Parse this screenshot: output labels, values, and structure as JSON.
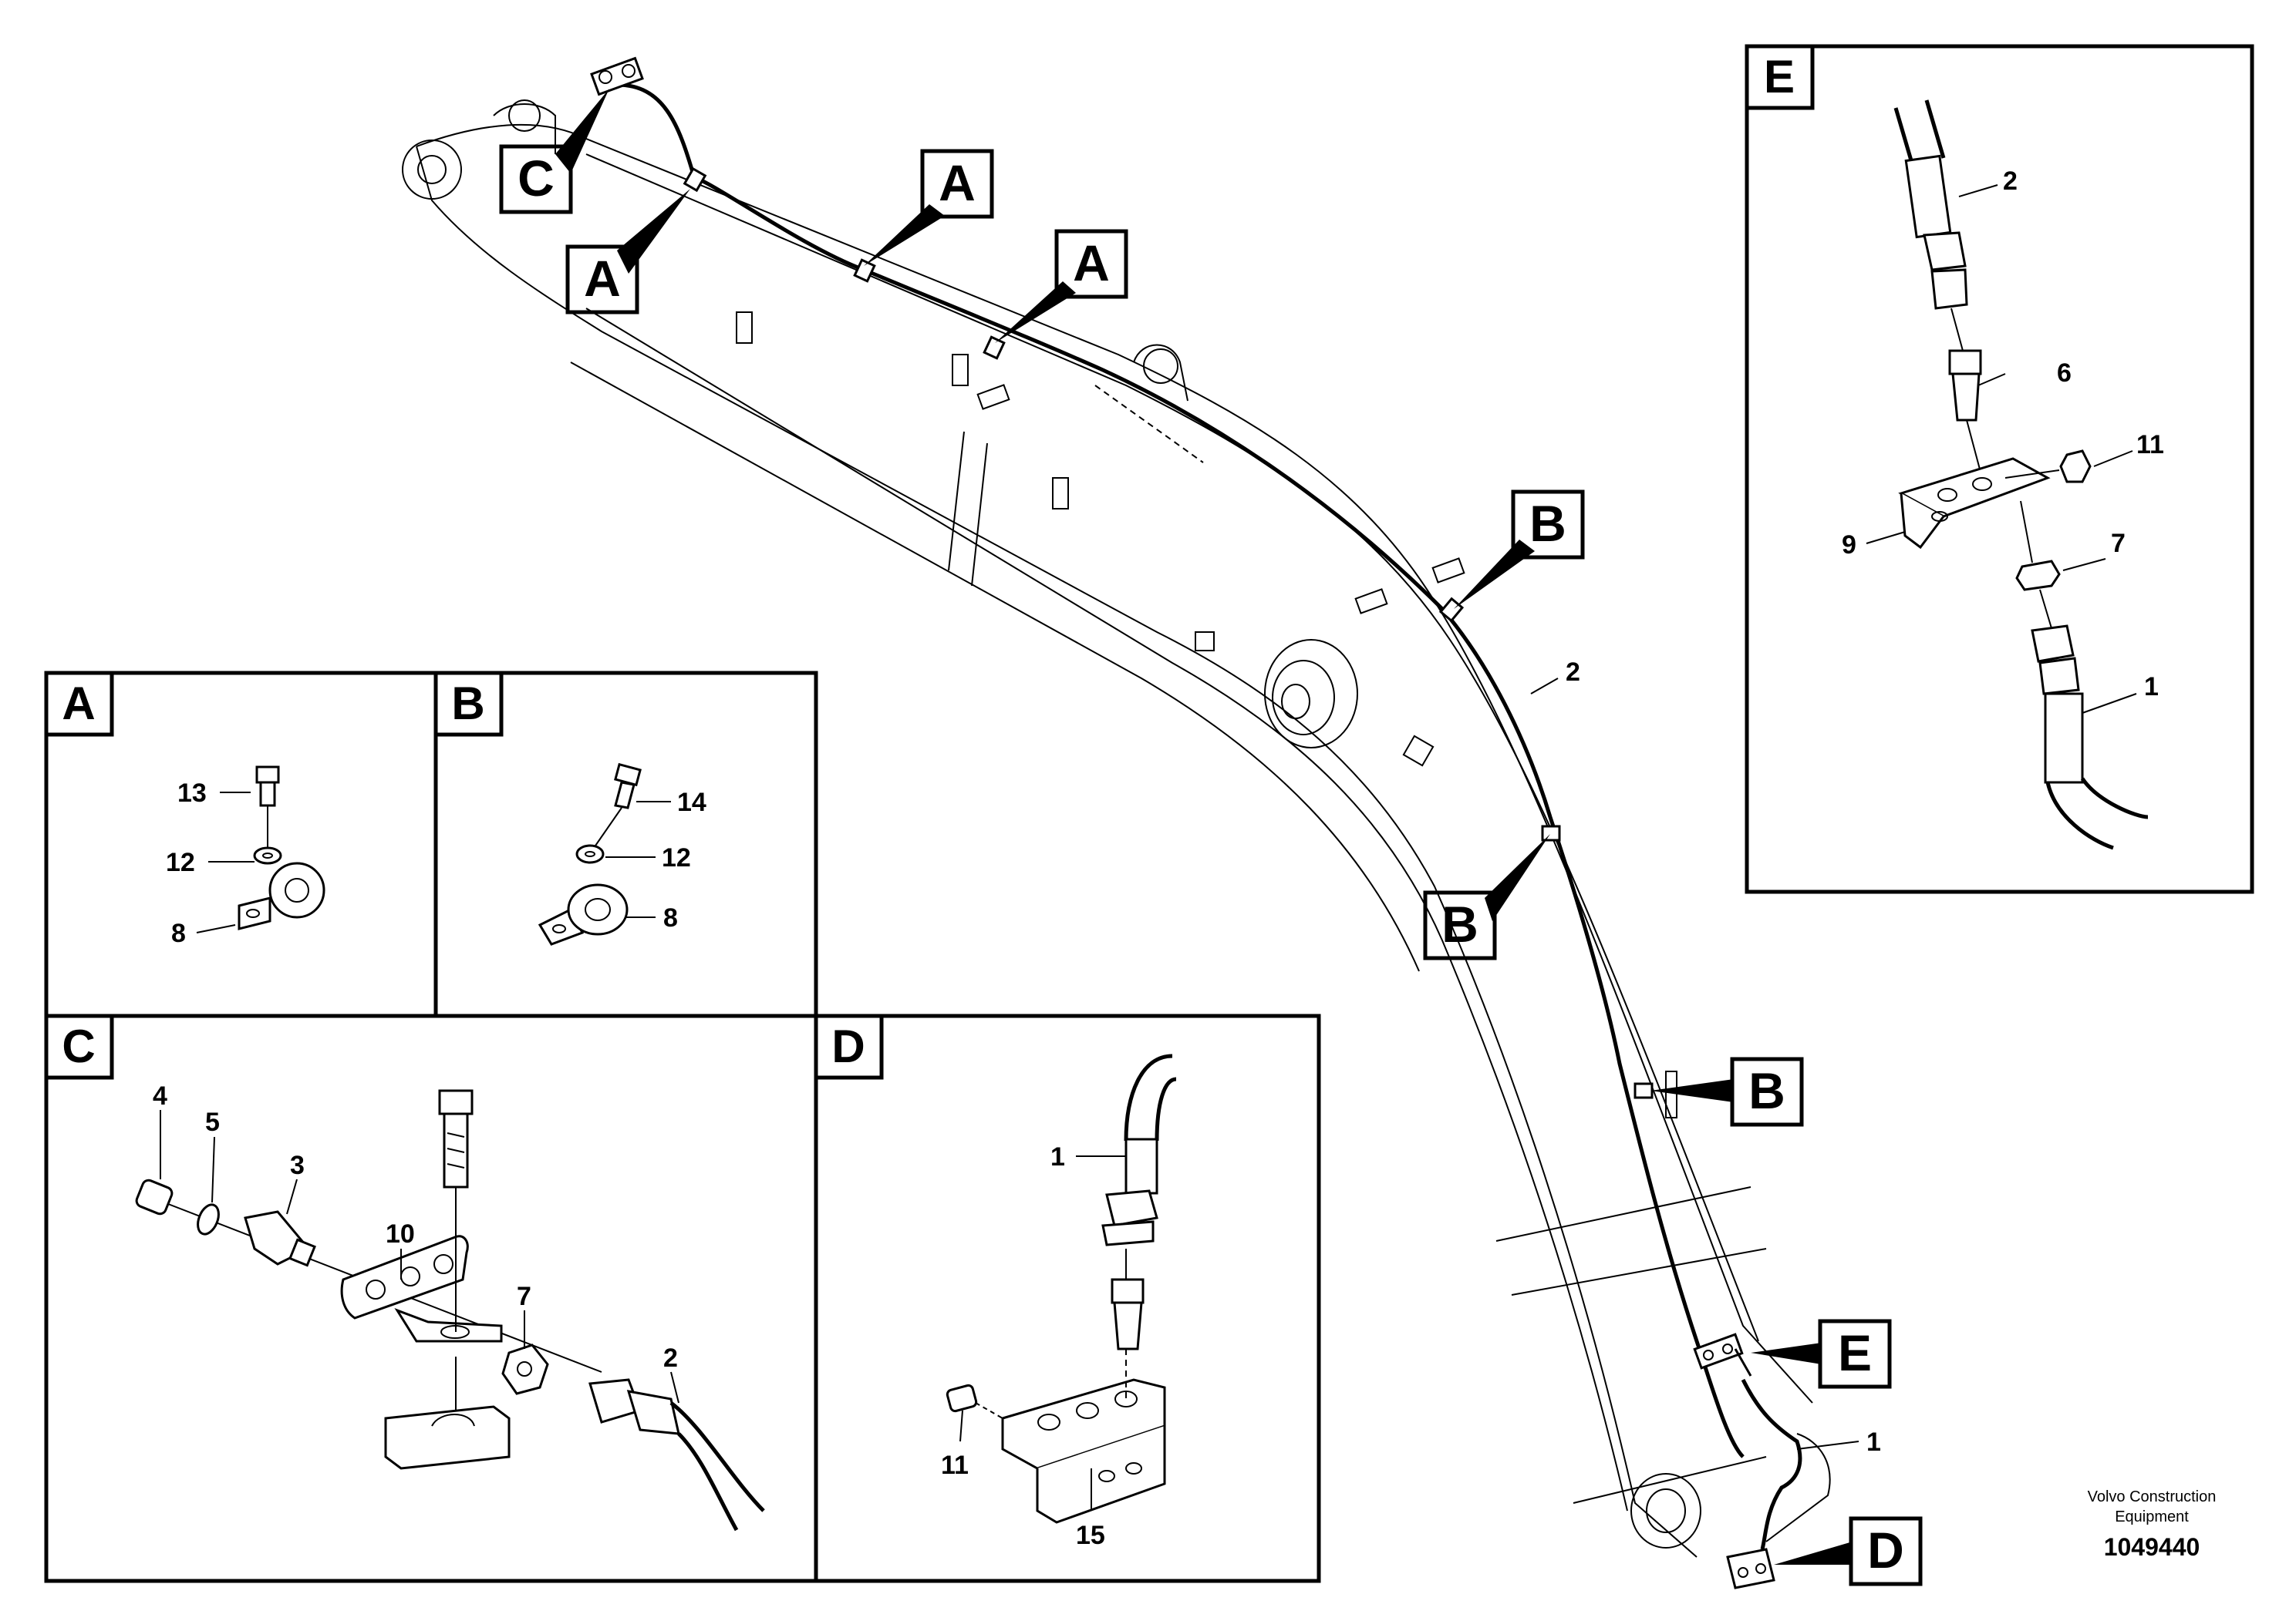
{
  "callouts": {
    "c_top": "C",
    "a1": "A",
    "a2": "A",
    "a3": "A",
    "b1": "B",
    "b2": "B",
    "b3": "B",
    "e_main": "E",
    "d_main": "D"
  },
  "main_labels": {
    "hose2": "2",
    "hose1": "1"
  },
  "panels": {
    "A": {
      "title": "A",
      "labels": [
        "13",
        "12",
        "8"
      ]
    },
    "B": {
      "title": "B",
      "labels": [
        "14",
        "12",
        "8"
      ]
    },
    "C": {
      "title": "C",
      "labels": [
        "4",
        "5",
        "3",
        "10",
        "7",
        "2"
      ]
    },
    "D": {
      "title": "D",
      "labels": [
        "1",
        "11",
        "15"
      ]
    },
    "E": {
      "title": "E",
      "labels": [
        "2",
        "6",
        "11",
        "9",
        "7",
        "1"
      ]
    }
  },
  "footer": {
    "company_line1": "Volvo Construction",
    "company_line2": "Equipment",
    "ref_number": "1049440"
  }
}
